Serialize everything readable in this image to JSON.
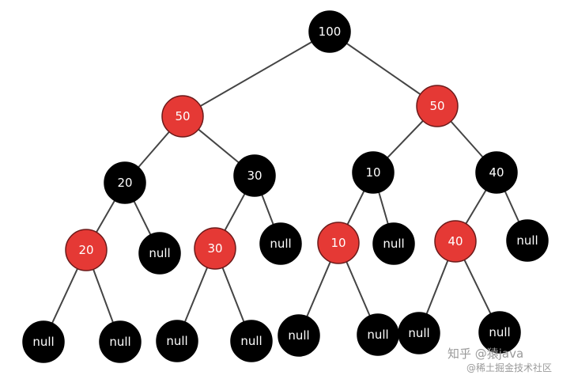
{
  "colors": {
    "red": "#e53935",
    "black": "#000000",
    "edge": "#444444"
  },
  "tree": {
    "nodes": [
      {
        "id": "n100",
        "label": "100",
        "color": "black"
      },
      {
        "id": "n50a",
        "label": "50",
        "color": "red"
      },
      {
        "id": "n50b",
        "label": "50",
        "color": "red"
      },
      {
        "id": "n20a",
        "label": "20",
        "color": "black"
      },
      {
        "id": "n30a",
        "label": "30",
        "color": "black"
      },
      {
        "id": "n10a",
        "label": "10",
        "color": "black"
      },
      {
        "id": "n40a",
        "label": "40",
        "color": "black"
      },
      {
        "id": "n20b",
        "label": "20",
        "color": "red"
      },
      {
        "id": "null1",
        "label": "null",
        "color": "black"
      },
      {
        "id": "n30b",
        "label": "30",
        "color": "red"
      },
      {
        "id": "null2",
        "label": "null",
        "color": "black"
      },
      {
        "id": "n10b",
        "label": "10",
        "color": "red"
      },
      {
        "id": "null3",
        "label": "null",
        "color": "black"
      },
      {
        "id": "n40b",
        "label": "40",
        "color": "red"
      },
      {
        "id": "null4",
        "label": "null",
        "color": "black"
      },
      {
        "id": "null5",
        "label": "null",
        "color": "black"
      },
      {
        "id": "null6",
        "label": "null",
        "color": "black"
      },
      {
        "id": "null7",
        "label": "null",
        "color": "black"
      },
      {
        "id": "null8",
        "label": "null",
        "color": "black"
      },
      {
        "id": "null9",
        "label": "null",
        "color": "black"
      },
      {
        "id": "null10",
        "label": "null",
        "color": "black"
      },
      {
        "id": "null11",
        "label": "null",
        "color": "black"
      },
      {
        "id": "null12",
        "label": "null",
        "color": "black"
      }
    ],
    "edges": [
      [
        "n100",
        "n50a"
      ],
      [
        "n100",
        "n50b"
      ],
      [
        "n50a",
        "n20a"
      ],
      [
        "n50a",
        "n30a"
      ],
      [
        "n50b",
        "n10a"
      ],
      [
        "n50b",
        "n40a"
      ],
      [
        "n20a",
        "n20b"
      ],
      [
        "n20a",
        "null1"
      ],
      [
        "n30a",
        "n30b"
      ],
      [
        "n30a",
        "null2"
      ],
      [
        "n10a",
        "n10b"
      ],
      [
        "n10a",
        "null3"
      ],
      [
        "n40a",
        "n40b"
      ],
      [
        "n40a",
        "null4"
      ],
      [
        "n20b",
        "null5"
      ],
      [
        "n20b",
        "null6"
      ],
      [
        "n30b",
        "null7"
      ],
      [
        "n30b",
        "null8"
      ],
      [
        "n10b",
        "null9"
      ],
      [
        "n10b",
        "null10"
      ],
      [
        "n40b",
        "null11"
      ],
      [
        "n40b",
        "null12"
      ]
    ]
  },
  "watermark": {
    "line1": "知乎 @猿java",
    "line2": "@稀土掘金技术社区"
  }
}
